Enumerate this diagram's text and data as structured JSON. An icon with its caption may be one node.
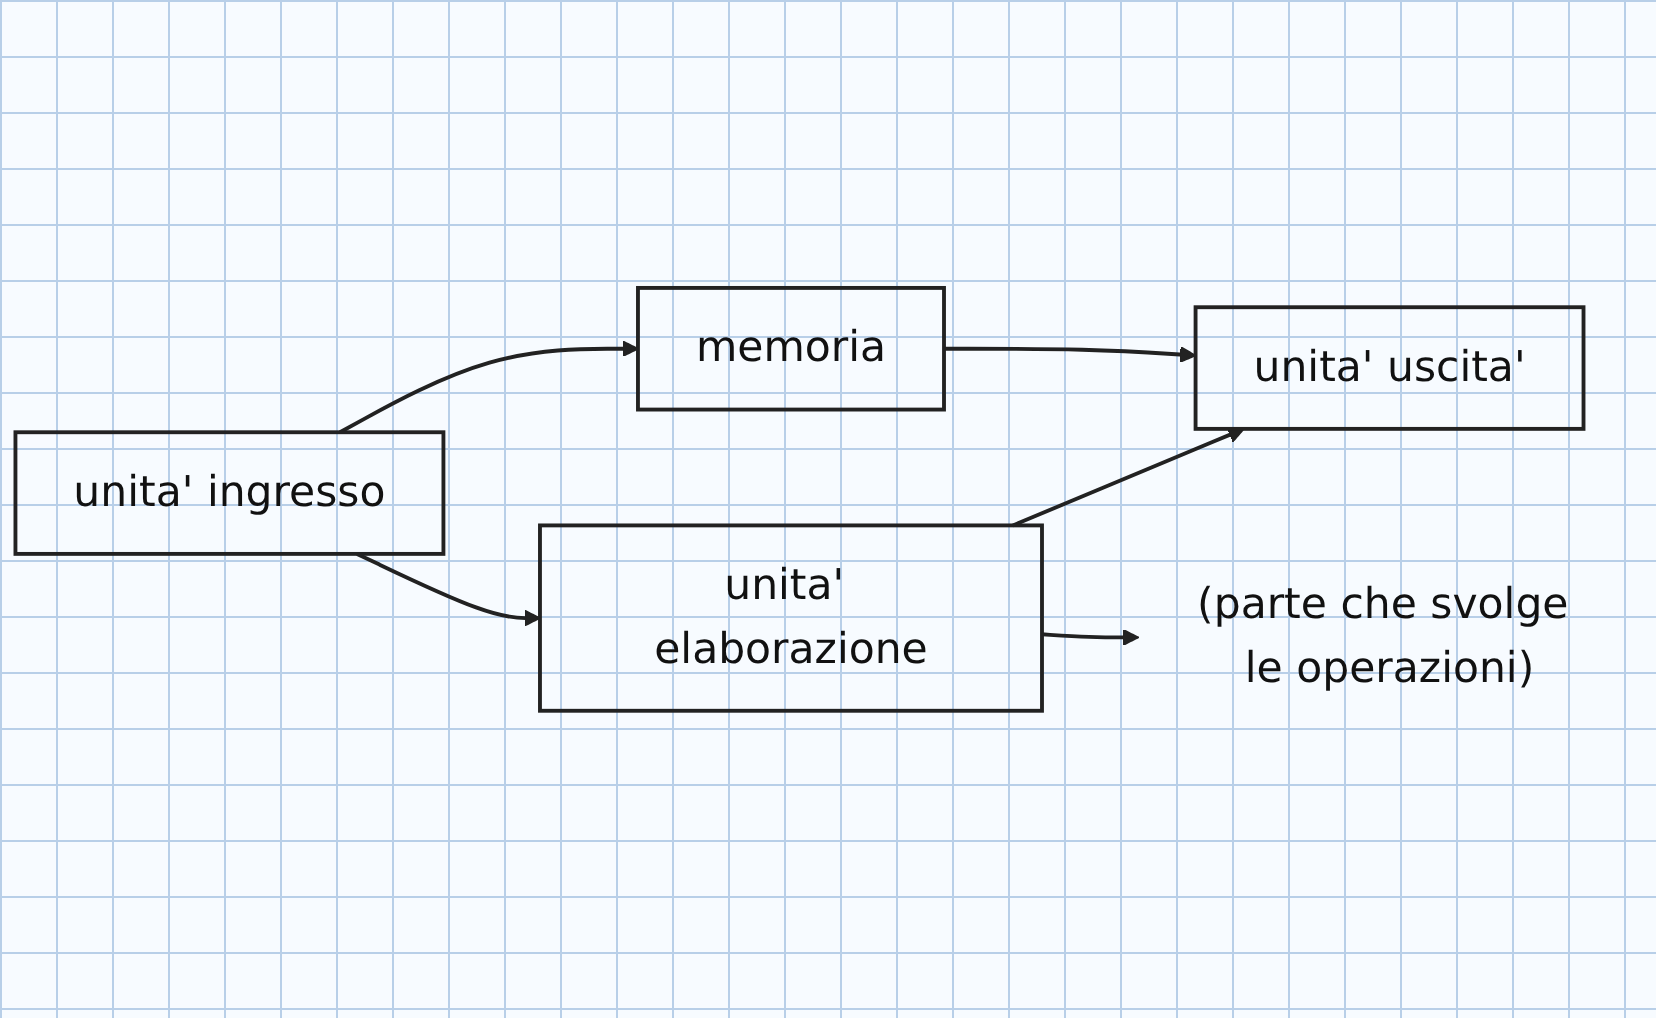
{
  "diagram": {
    "nodes": [
      {
        "text": [
          "unita' ingresso"
        ]
      },
      {
        "text": [
          "memoria"
        ]
      },
      {
        "text": [
          "unita' uscita'"
        ]
      },
      {
        "text": [
          "unita' elaborazione"
        ]
      },
      {
        "text": [
          "(parte che svolge le operazioni)"
        ]
      }
    ],
    "edges": [
      {
        "from": 0,
        "to": 1,
        "arrow": "to"
      },
      {
        "from": 1,
        "to": 2,
        "arrow": "to"
      },
      {
        "from": 0,
        "to": 3,
        "arrow": "to"
      },
      {
        "from": 3,
        "to": 2,
        "arrow": "to"
      },
      {
        "from": 3,
        "to": 4,
        "arrow": "to"
      }
    ]
  }
}
